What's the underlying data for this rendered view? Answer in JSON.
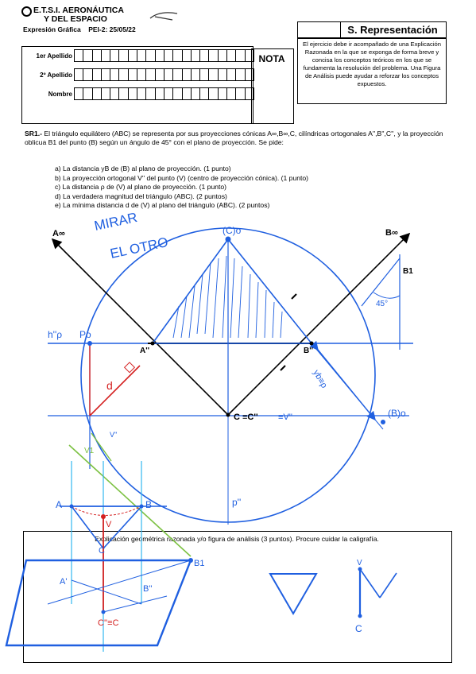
{
  "header": {
    "school_line1": "E.T.S.I. AERONÁUTICA",
    "school_line2": "Y DEL ESPACIO",
    "subject": "Expresión Gráfica",
    "exam": "PEI-2: 25/05/22",
    "field_labels": [
      "1er Apellido",
      "2º Apellido",
      "Nombre"
    ],
    "nota_label": "NOTA",
    "section_title": "S. Representación",
    "info_text": "El ejercicio debe ir acompañado de una Explicación Razonada en la que se exponga de forma breve y concisa los conceptos teóricos en los que se fundamenta la resolución del problema. Una Figura de Análisis puede ayudar a reforzar los conceptos expuestos."
  },
  "problem": {
    "code": "SR1.-",
    "statement": "El triángulo equilátero (ABC) se representa por sus proyecciones cónicas A∞,B∞,C, cilíndricas ortogonales A'',B'',C'', y la proyección oblicua B1 del punto (B) según un ángulo de 45° con el plano de proyección. Se pide:",
    "items": [
      "a) La distancia yB de (B) al plano de proyección. (1 punto)",
      "b) La proyección ortogonal V'' del punto (V) (centro de proyección cónica). (1 punto)",
      "c) La distancia ρ de (V) al plano de proyección. (1 punto)",
      "d) La verdadera magnitud del triángulo (ABC). (2 puntos)",
      "e) La mínima distancia d de (V) al plano del triángulo (ABC). (2 puntos)"
    ]
  },
  "drawing": {
    "labels": {
      "a_inf": "A∞",
      "b_inf": "B∞",
      "b1": "B1",
      "a2": "A''",
      "b2": "B''",
      "c_eq": "C ≡C''",
      "v2_hand": "≡V''",
      "angle": "45°",
      "c0": "(C)o",
      "b0": "(B)o",
      "mirar": "MIRAR",
      "el_otro": "EL OTRO",
      "h_rho": "h''ρ",
      "p0": "Po",
      "d": "d",
      "yb": "yb≡ρ",
      "p2": "p''",
      "v2_arrow": "V''",
      "v1": "V1",
      "a_low": "A",
      "b_low": "B",
      "c_low": "C",
      "v_low": "V",
      "a_pers": "A'",
      "b_pers": "B''",
      "c_pers": "C''≡C",
      "b1_low": "B1",
      "v_small": "V",
      "c_small": "C"
    }
  },
  "answer": {
    "prompt": "Explicación geométrica razonada y/o figura de análisis (3 puntos). Procure cuidar la caligrafía."
  },
  "colors": {
    "ink": "#000000",
    "pen_blue": "#1f5fe0",
    "pen_red": "#d42020",
    "light_blue": "#33b8f0",
    "green": "#7cc142"
  }
}
